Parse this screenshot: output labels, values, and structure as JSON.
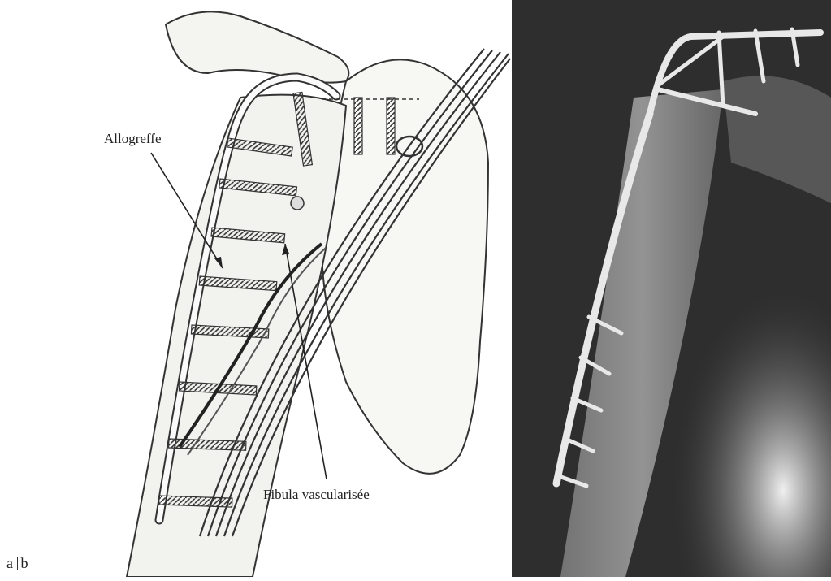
{
  "figure": {
    "panel_a_letter": "a",
    "panel_b_letter": "b"
  },
  "diagram": {
    "labels": {
      "allograft": "Allogreffe",
      "vascularized_fibula": "Fibula vascularisée"
    }
  },
  "colors": {
    "line_art": "#333333",
    "bone_fill": "#f4f4f1",
    "xray_background": "#2e2e2e",
    "implant": "#e8e8e8"
  }
}
